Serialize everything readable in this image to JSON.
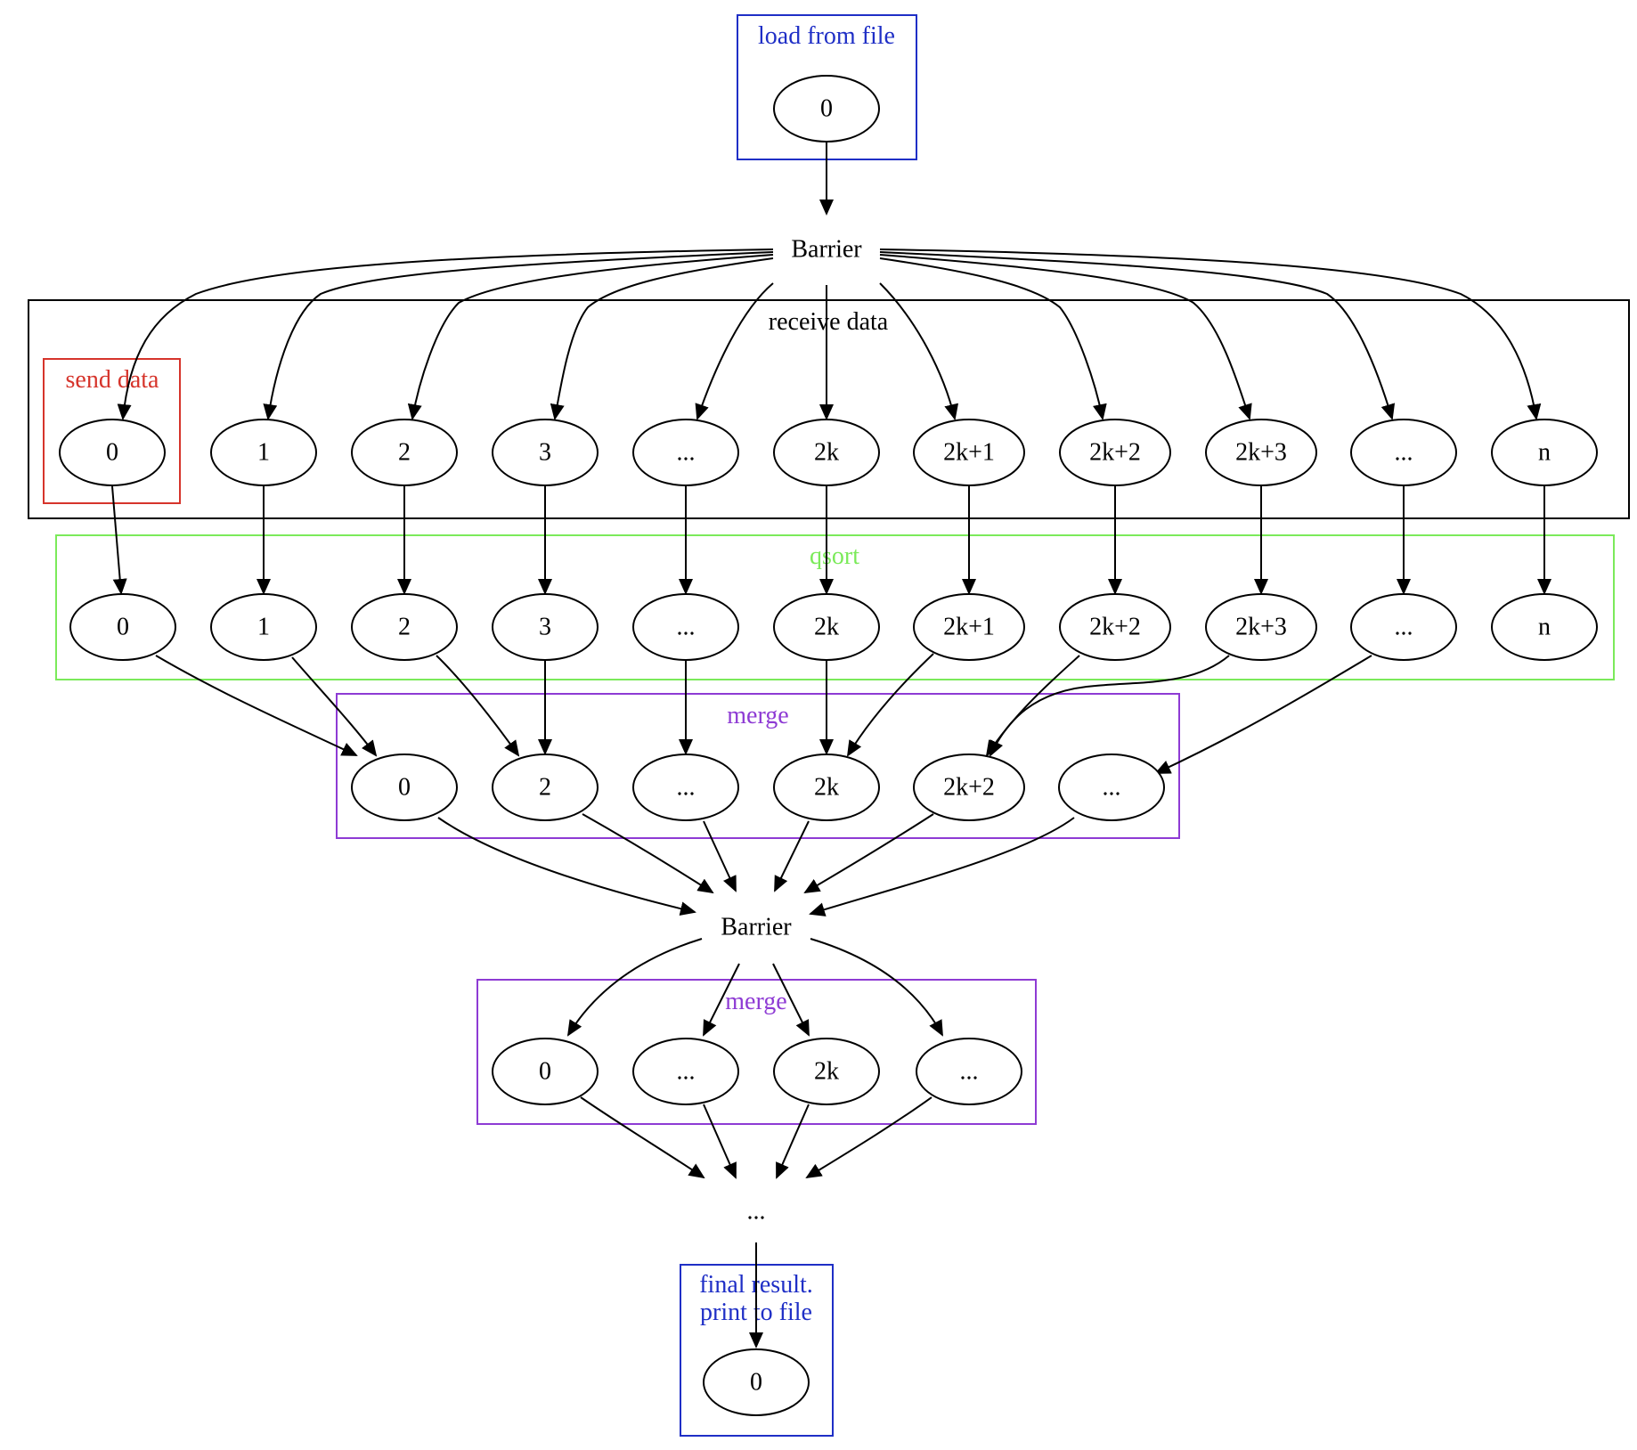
{
  "colors": {
    "load_cluster": "#1f2fc6",
    "receive_cluster": "#000000",
    "send_cluster": "#d6342b",
    "qsort_cluster": "#7bea5a",
    "merge_cluster": "#8e3bd4",
    "final_cluster": "#1f2fc6",
    "edge": "#000000",
    "node_stroke": "#000000"
  },
  "clusters": {
    "load": {
      "label": "load from file"
    },
    "receive": {
      "label": "receive data"
    },
    "send": {
      "label": "send data"
    },
    "qsort": {
      "label": "qsort"
    },
    "merge1": {
      "label": "merge"
    },
    "merge2": {
      "label": "merge"
    },
    "final": {
      "label_line1": "final result.",
      "label_line2": "print to file"
    }
  },
  "nodes": {
    "load_0": "0",
    "barrier_1": "Barrier",
    "recv": [
      "0",
      "1",
      "2",
      "3",
      "...",
      "2k",
      "2k+1",
      "2k+2",
      "2k+3",
      "...",
      "n"
    ],
    "qsort": [
      "0",
      "1",
      "2",
      "3",
      "...",
      "2k",
      "2k+1",
      "2k+2",
      "2k+3",
      "...",
      "n"
    ],
    "merge1": [
      "0",
      "2",
      "...",
      "2k",
      "2k+2",
      "..."
    ],
    "barrier_2": "Barrier",
    "merge2": [
      "0",
      "...",
      "2k",
      "..."
    ],
    "ellipsis": "...",
    "final_0": "0"
  }
}
